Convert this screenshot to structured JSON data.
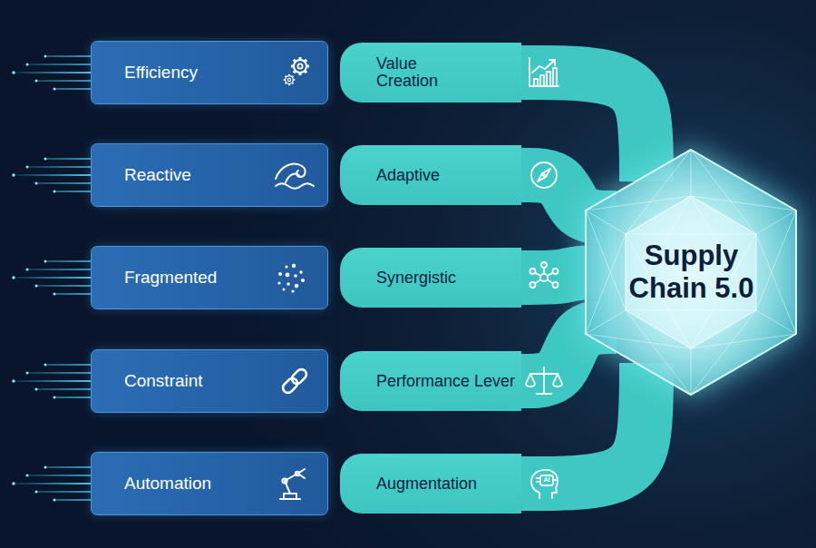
{
  "diagram": {
    "nodes": [
      {
        "text": [
          "Efficiency"
        ]
      },
      {
        "text": [
          "Reactive"
        ]
      },
      {
        "text": [
          "Fragmented"
        ]
      },
      {
        "text": [
          "Constraint"
        ]
      },
      {
        "text": [
          "Automation"
        ]
      },
      {
        "text": [
          "Value Creation"
        ]
      },
      {
        "text": [
          "Adaptive"
        ]
      },
      {
        "text": [
          "Synergistic"
        ]
      },
      {
        "text": [
          "Performance Lever"
        ]
      },
      {
        "text": [
          "Augmentation"
        ]
      },
      {
        "text": [
          "Supply Chain 5.0"
        ]
      }
    ],
    "edges": [
      {
        "from": 5,
        "to": 10,
        "arrow": "none"
      },
      {
        "from": 6,
        "to": 10,
        "arrow": "none"
      },
      {
        "from": 7,
        "to": 10,
        "arrow": "none"
      },
      {
        "from": 8,
        "to": 10,
        "arrow": "none"
      },
      {
        "from": 9,
        "to": 10,
        "arrow": "none"
      }
    ],
    "labels": [
      "AI"
    ]
  }
}
